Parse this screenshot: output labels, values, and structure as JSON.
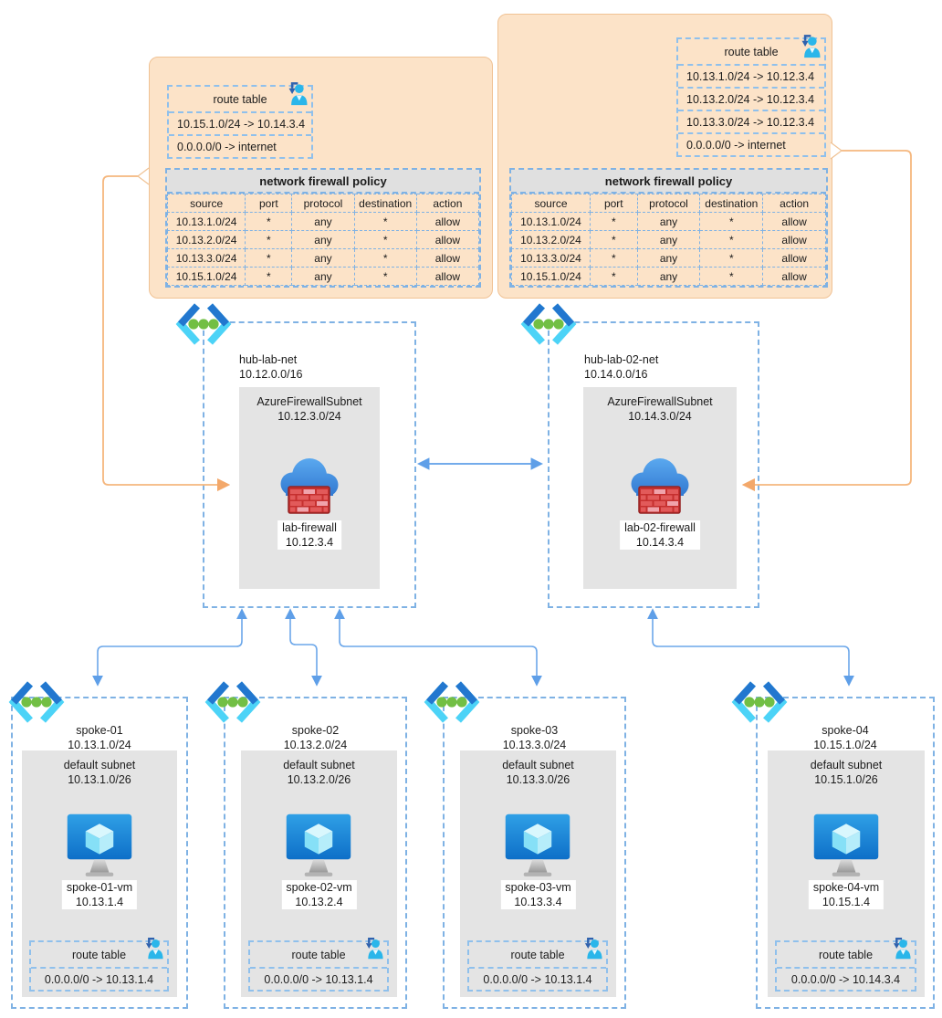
{
  "callouts": [
    {
      "route_table": {
        "title": "route table",
        "routes": [
          "10.15.1.0/24 -> 10.14.3.4",
          "0.0.0.0/0 -> internet"
        ]
      },
      "firewall_policy": {
        "title": "network firewall policy",
        "columns": [
          "source",
          "port",
          "protocol",
          "destination",
          "action"
        ],
        "rows": [
          [
            "10.13.1.0/24",
            "*",
            "any",
            "*",
            "allow"
          ],
          [
            "10.13.2.0/24",
            "*",
            "any",
            "*",
            "allow"
          ],
          [
            "10.13.3.0/24",
            "*",
            "any",
            "*",
            "allow"
          ],
          [
            "10.15.1.0/24",
            "*",
            "any",
            "*",
            "allow"
          ]
        ]
      }
    },
    {
      "route_table": {
        "title": "route table",
        "routes": [
          "10.13.1.0/24 -> 10.12.3.4",
          "10.13.2.0/24 -> 10.12.3.4",
          "10.13.3.0/24 -> 10.12.3.4",
          "0.0.0.0/0 -> internet"
        ]
      },
      "firewall_policy": {
        "title": "network firewall policy",
        "columns": [
          "source",
          "port",
          "protocol",
          "destination",
          "action"
        ],
        "rows": [
          [
            "10.13.1.0/24",
            "*",
            "any",
            "*",
            "allow"
          ],
          [
            "10.13.2.0/24",
            "*",
            "any",
            "*",
            "allow"
          ],
          [
            "10.13.3.0/24",
            "*",
            "any",
            "*",
            "allow"
          ],
          [
            "10.15.1.0/24",
            "*",
            "any",
            "*",
            "allow"
          ]
        ]
      }
    }
  ],
  "hubs": [
    {
      "name": "hub-lab-net",
      "cidr": "10.12.0.0/16",
      "subnet": {
        "name": "AzureFirewallSubnet",
        "cidr": "10.12.3.0/24"
      },
      "firewall": {
        "name": "lab-firewall",
        "ip": "10.12.3.4"
      }
    },
    {
      "name": "hub-lab-02-net",
      "cidr": "10.14.0.0/16",
      "subnet": {
        "name": "AzureFirewallSubnet",
        "cidr": "10.14.3.0/24"
      },
      "firewall": {
        "name": "lab-02-firewall",
        "ip": "10.14.3.4"
      }
    }
  ],
  "spokes": [
    {
      "name": "spoke-01",
      "cidr": "10.13.1.0/24",
      "subnet": {
        "name": "default subnet",
        "cidr": "10.13.1.0/26"
      },
      "vm": {
        "name": "spoke-01-vm",
        "ip": "10.13.1.4"
      },
      "route_table": {
        "title": "route table",
        "routes": [
          "0.0.0.0/0 -> 10.13.1.4"
        ]
      }
    },
    {
      "name": "spoke-02",
      "cidr": "10.13.2.0/24",
      "subnet": {
        "name": "default subnet",
        "cidr": "10.13.2.0/26"
      },
      "vm": {
        "name": "spoke-02-vm",
        "ip": "10.13.2.4"
      },
      "route_table": {
        "title": "route table",
        "routes": [
          "0.0.0.0/0 -> 10.13.1.4"
        ]
      }
    },
    {
      "name": "spoke-03",
      "cidr": "10.13.3.0/24",
      "subnet": {
        "name": "default subnet",
        "cidr": "10.13.3.0/26"
      },
      "vm": {
        "name": "spoke-03-vm",
        "ip": "10.13.3.4"
      },
      "route_table": {
        "title": "route table",
        "routes": [
          "0.0.0.0/0 -> 10.13.1.4"
        ]
      }
    },
    {
      "name": "spoke-04",
      "cidr": "10.15.1.0/24",
      "subnet": {
        "name": "default subnet",
        "cidr": "10.15.1.0/26"
      },
      "vm": {
        "name": "spoke-04-vm",
        "ip": "10.15.1.4"
      },
      "route_table": {
        "title": "route table",
        "routes": [
          "0.0.0.0/0 -> 10.14.3.4"
        ]
      }
    }
  ],
  "icons": {
    "vnet": "virtual-network-icon",
    "firewall": "azure-firewall-icon",
    "vm": "virtual-machine-icon",
    "route_person": "route-table-user-icon"
  },
  "colors": {
    "callout_fill": "#fce3c8",
    "callout_border": "#f0c294",
    "dashed_blue": "#7fb2e4",
    "subnet_gray": "#e4e4e4",
    "table_header_gray": "#e0e0e0",
    "arrow_blue": "#5f9fe8",
    "arrow_orange": "#f3ae72",
    "vnet_dark_blue": "#2277cf",
    "vnet_cyan": "#4cd3f7",
    "vnet_green": "#72bf44",
    "firewall_red": "#c5302f"
  }
}
